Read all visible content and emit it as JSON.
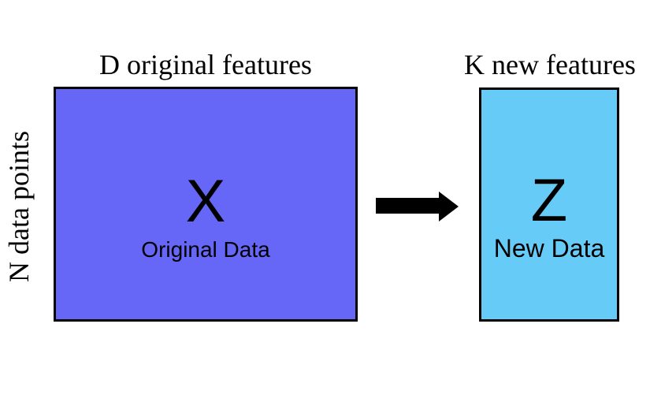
{
  "figure": {
    "background": "#FFFFFF",
    "left": {
      "top_label": "D original features",
      "side_label": "N data points",
      "symbol": "X",
      "caption": "Original Data",
      "fill": "#6666F7",
      "border": "#000000"
    },
    "right": {
      "top_label": "K new features",
      "symbol": "Z",
      "caption": "New Data",
      "fill": "#66CCF7",
      "border": "#000000"
    },
    "arrow": {
      "direction": "right",
      "color": "#000000"
    }
  }
}
